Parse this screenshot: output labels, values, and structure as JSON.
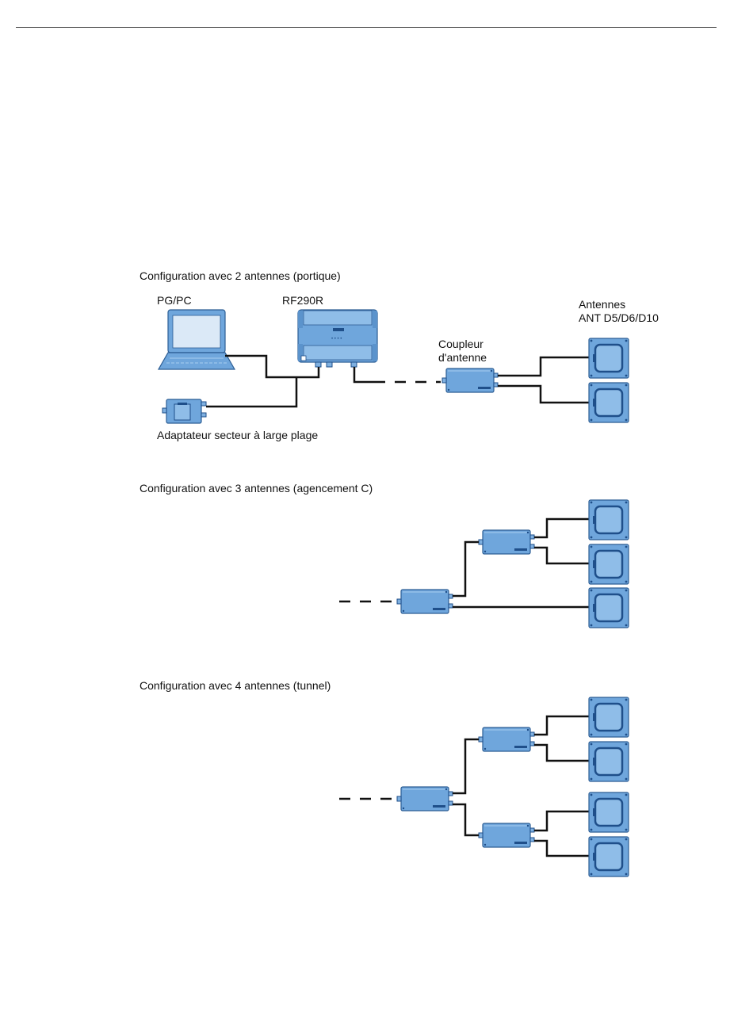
{
  "sections": [
    {
      "title": "Configuration avec 2 antennes (portique)"
    },
    {
      "title": "Configuration avec 3 antennes (agencement C)"
    },
    {
      "title": "Configuration avec 4 antennes (tunnel)"
    }
  ],
  "labels": {
    "pgpc": "PG/PC",
    "reader": "RF290R",
    "antennas_1": "Antennes",
    "antennas_2": "ANT D5/D6/D10",
    "coupler_1": "Coupleur",
    "coupler_2": "d'antenne",
    "power_adapter": "Adaptateur secteur à large plage"
  },
  "colors": {
    "device_blue": "#6fa6dc",
    "device_dark": "#1f4f8a",
    "wire": "#111111"
  },
  "icons": [
    "laptop-icon",
    "reader-device-icon",
    "power-adapter-icon",
    "antenna-coupler-icon",
    "antenna-icon"
  ]
}
